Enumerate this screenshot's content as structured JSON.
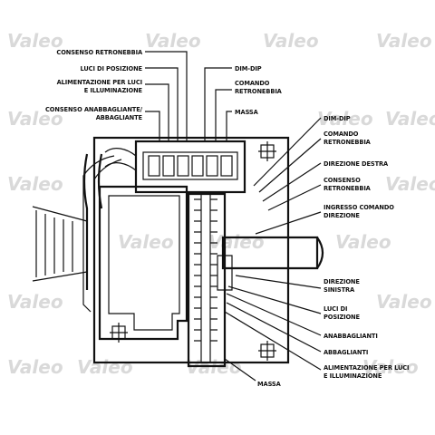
{
  "watermark": "Valeo",
  "labels": {
    "consenso_retronebbia": "CONSENSO RETRONEBBIA",
    "luci_di_posizione": "LUCI DI POSIZIONE",
    "alim_line1": "ALIMENTAZIONE PER LUCI",
    "alim_line2": "E ILLUMINAZIONE",
    "cons_anab_line1": "CONSENSO ANABBAGLIANTE/",
    "cons_anab_line2": "ABBAGLIANTE",
    "dim_dip_top": "DIM-DIP",
    "comando_top_line1": "COMANDO",
    "comando_top_line2": "RETRONEBBIA",
    "massa_top": "MASSA",
    "dim_dip_right": "DIM-DIP",
    "comando_right_line1": "COMANDO",
    "comando_right_line2": "RETRONEBBIA",
    "direzione_destra": "DIREZIONE DESTRA",
    "consenso_right_line1": "CONSENSO",
    "consenso_right_line2": "RETRONEBBIA",
    "ingresso_line1": "INGRESSO COMANDO",
    "ingresso_line2": "DIREZIONE",
    "direzione_sin_line1": "DIREZIONE",
    "direzione_sin_line2": "SINISTRA",
    "luci_pos_right_line1": "LUCI DI",
    "luci_pos_right_line2": "POSIZIONE",
    "anabbaglianti": "ANABBAGLIANTI",
    "abbaglianti": "ABBAGLIANTI",
    "alim_right_line1": "ALIMENTAZIONE PER LUCI",
    "alim_right_line2": "E ILLUMINAZIONE",
    "massa_bottom": "MASSA"
  },
  "colors": {
    "ink": "#111111",
    "watermark": "#d9d9d9",
    "background": "#ffffff"
  }
}
